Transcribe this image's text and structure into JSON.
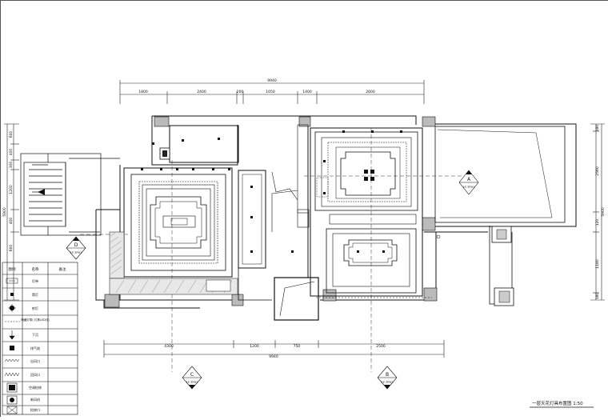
{
  "dimensions": {
    "top_total": "9940",
    "top_segments": [
      "1800",
      "2400",
      "200",
      "1050",
      "1400",
      "2600"
    ],
    "bottom_total": "9940",
    "bottom_segments": [
      "4300",
      "1200",
      "750",
      "2500"
    ],
    "left_total": "5900",
    "left_segments": [
      "600",
      "400",
      "300",
      "1200",
      "400",
      "600"
    ],
    "right_total": "5900",
    "right_segments": [
      "180",
      "2560",
      "120",
      "1180",
      "180"
    ]
  },
  "section_markers": [
    {
      "letter": "A",
      "ref": "1F-TP01"
    },
    {
      "letter": "D",
      "ref": "1F-TP01"
    },
    {
      "letter": "C",
      "ref": "1F-TP03"
    },
    {
      "letter": "B",
      "ref": "1F-TP02"
    }
  ],
  "legend": {
    "header": {
      "symbol": "图例",
      "name": "名称",
      "note": "备注"
    },
    "rows": [
      {
        "icon": "fluorescent-lamp-icon",
        "label": "灯带"
      },
      {
        "icon": "downlight-icon",
        "label": "筒灯"
      },
      {
        "icon": "spotlight-icon",
        "label": "射灯"
      },
      {
        "icon": "dashed-line-icon",
        "label": "暗藏灯带(\n灯具LED灯)"
      },
      {
        "icon": "down-arrow-icon",
        "label": "下沉"
      },
      {
        "icon": "solid-square-icon",
        "label": "排气扇"
      },
      {
        "icon": "zigzag-icon",
        "label": "出风口"
      },
      {
        "icon": "zigzag-alt-icon",
        "label": "回风口"
      },
      {
        "icon": "camera-icon",
        "label": "空调检修"
      },
      {
        "icon": "vent-box-icon",
        "label": "新风机"
      },
      {
        "icon": "crossed-box-icon",
        "label": "检修口"
      }
    ]
  },
  "title": "一层天花灯具布置图 1:50"
}
